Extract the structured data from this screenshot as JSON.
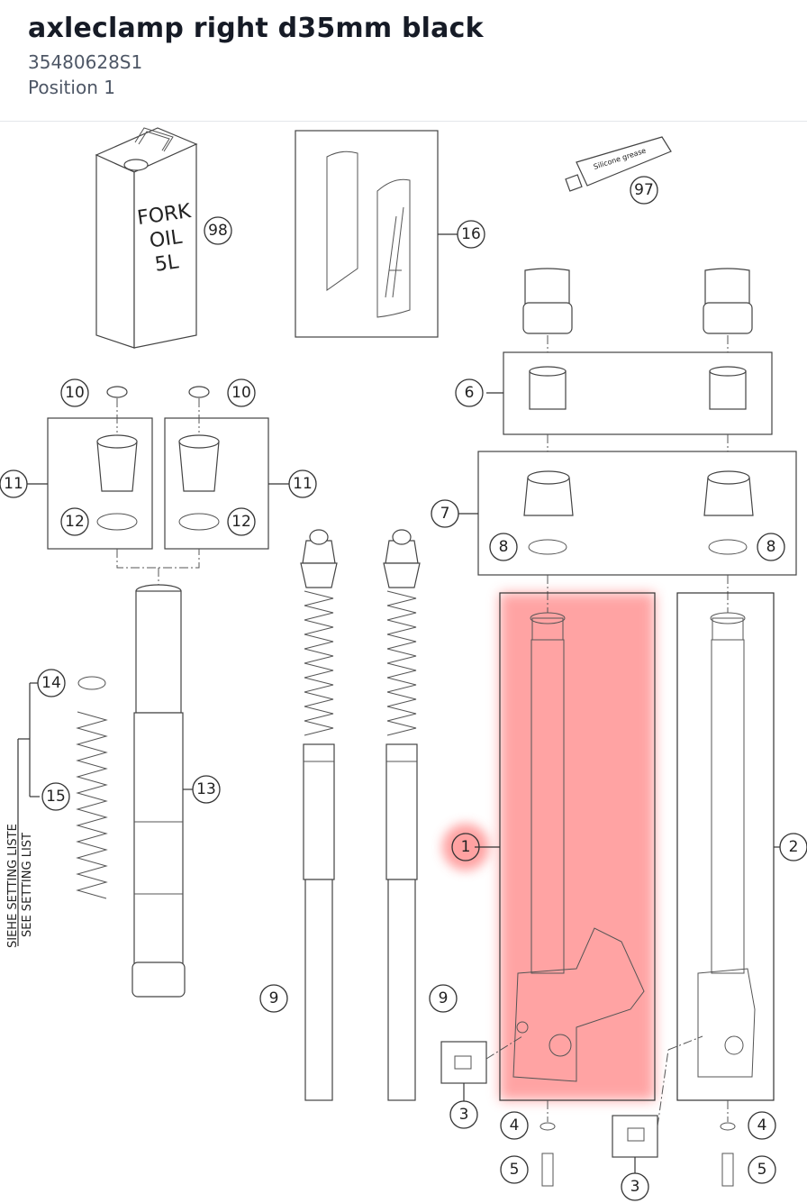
{
  "part": {
    "name": "axleclamp right d35mm black",
    "number": "35480628S1",
    "position": "Position 1"
  },
  "diagram": {
    "highlight_color": "#ff8a8a",
    "highlighted_callout": "1",
    "callouts": [
      {
        "id": "c98",
        "label": "98"
      },
      {
        "id": "c16",
        "label": "16"
      },
      {
        "id": "c97",
        "label": "97"
      },
      {
        "id": "c10a",
        "label": "10"
      },
      {
        "id": "c10b",
        "label": "10"
      },
      {
        "id": "c11a",
        "label": "11"
      },
      {
        "id": "c11b",
        "label": "11"
      },
      {
        "id": "c12a",
        "label": "12"
      },
      {
        "id": "c12b",
        "label": "12"
      },
      {
        "id": "c6",
        "label": "6"
      },
      {
        "id": "c7",
        "label": "7"
      },
      {
        "id": "c8a",
        "label": "8"
      },
      {
        "id": "c8b",
        "label": "8"
      },
      {
        "id": "c14",
        "label": "14"
      },
      {
        "id": "c15",
        "label": "15"
      },
      {
        "id": "c13",
        "label": "13"
      },
      {
        "id": "c1",
        "label": "1"
      },
      {
        "id": "c2",
        "label": "2"
      },
      {
        "id": "c9a",
        "label": "9"
      },
      {
        "id": "c9b",
        "label": "9"
      },
      {
        "id": "c3a",
        "label": "3"
      },
      {
        "id": "c3b",
        "label": "3"
      },
      {
        "id": "c4a",
        "label": "4"
      },
      {
        "id": "c4b",
        "label": "4"
      },
      {
        "id": "c5a",
        "label": "5"
      },
      {
        "id": "c5b",
        "label": "5"
      }
    ],
    "can_label": [
      "FORK",
      "OIL",
      "5L"
    ],
    "tube_label": "Silicone grease",
    "side_note_1": "SIEHE SETTING LISTE",
    "side_note_2": "SEE SETTING LIST"
  }
}
